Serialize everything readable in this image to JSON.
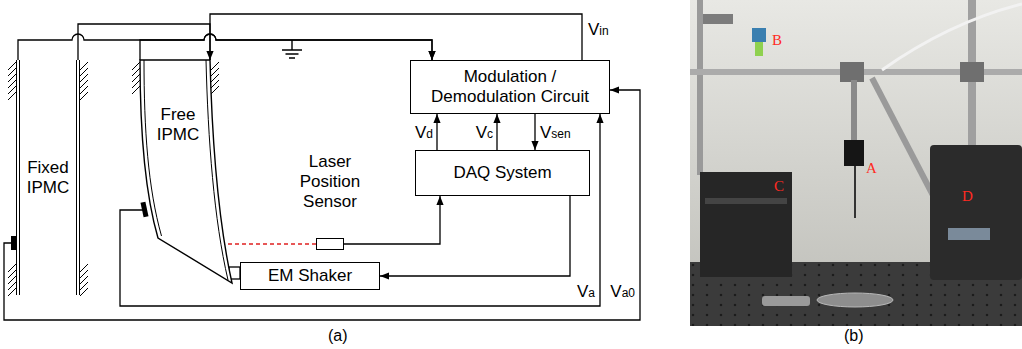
{
  "diagram": {
    "nodes": [
      {
        "text": [
          "Fixed IPMC"
        ]
      },
      {
        "text": [
          "Free IPMC"
        ]
      },
      {
        "text": [
          "Modulation / Demodulation Circuit"
        ]
      },
      {
        "text": [
          "DAQ System"
        ]
      },
      {
        "text": [
          "Laser Position Sensor"
        ]
      },
      {
        "text": [
          "EM Shaker"
        ]
      }
    ],
    "edges": [
      {
        "from": 0,
        "to": 2,
        "arrow": "to"
      },
      {
        "from": 1,
        "to": 2,
        "arrow": "to"
      },
      {
        "from": 2,
        "to": 1,
        "label": "Vin",
        "arrow": "to"
      },
      {
        "from": 0,
        "to": 1,
        "arrow": "none"
      },
      {
        "from": 3,
        "to": 2,
        "label": "Vd",
        "arrow": "to"
      },
      {
        "from": 3,
        "to": 2,
        "label": "Vc",
        "arrow": "to"
      },
      {
        "from": 2,
        "to": 3,
        "label": "Vsen",
        "arrow": "to"
      },
      {
        "from": 4,
        "to": 3,
        "arrow": "to"
      },
      {
        "from": 3,
        "to": 5,
        "arrow": "to"
      },
      {
        "from": 1,
        "to": 2,
        "label": "Va",
        "arrow": "to"
      },
      {
        "from": 0,
        "to": 2,
        "label": "Va0",
        "arrow": "to"
      },
      {
        "from": 4,
        "to": 1,
        "arrow": "none"
      }
    ],
    "labels": [
      "(a)",
      "(b)",
      "A",
      "B",
      "C",
      "D"
    ]
  }
}
